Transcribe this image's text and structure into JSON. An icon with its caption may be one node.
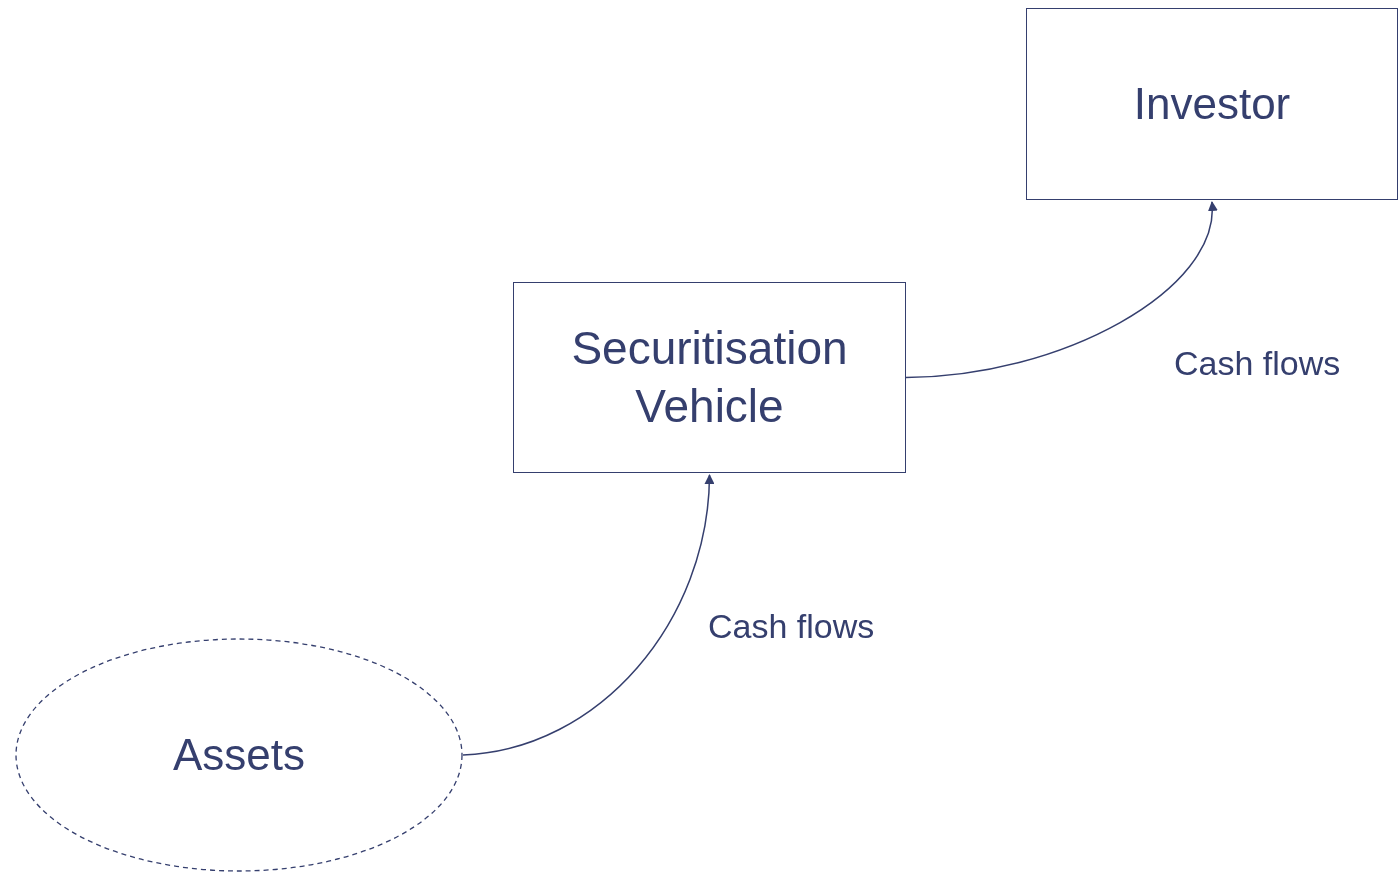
{
  "diagram": {
    "nodes": [
      {
        "text": [
          "Assets"
        ]
      },
      {
        "text": [
          "Securitisation Vehicle"
        ]
      },
      {
        "text": [
          "Investor"
        ]
      }
    ],
    "edges": [
      {
        "from": 0,
        "to": 1,
        "arrow": "to",
        "label": "Cash flows"
      },
      {
        "from": 1,
        "to": 2,
        "arrow": "to",
        "label": "Cash flows"
      }
    ]
  }
}
